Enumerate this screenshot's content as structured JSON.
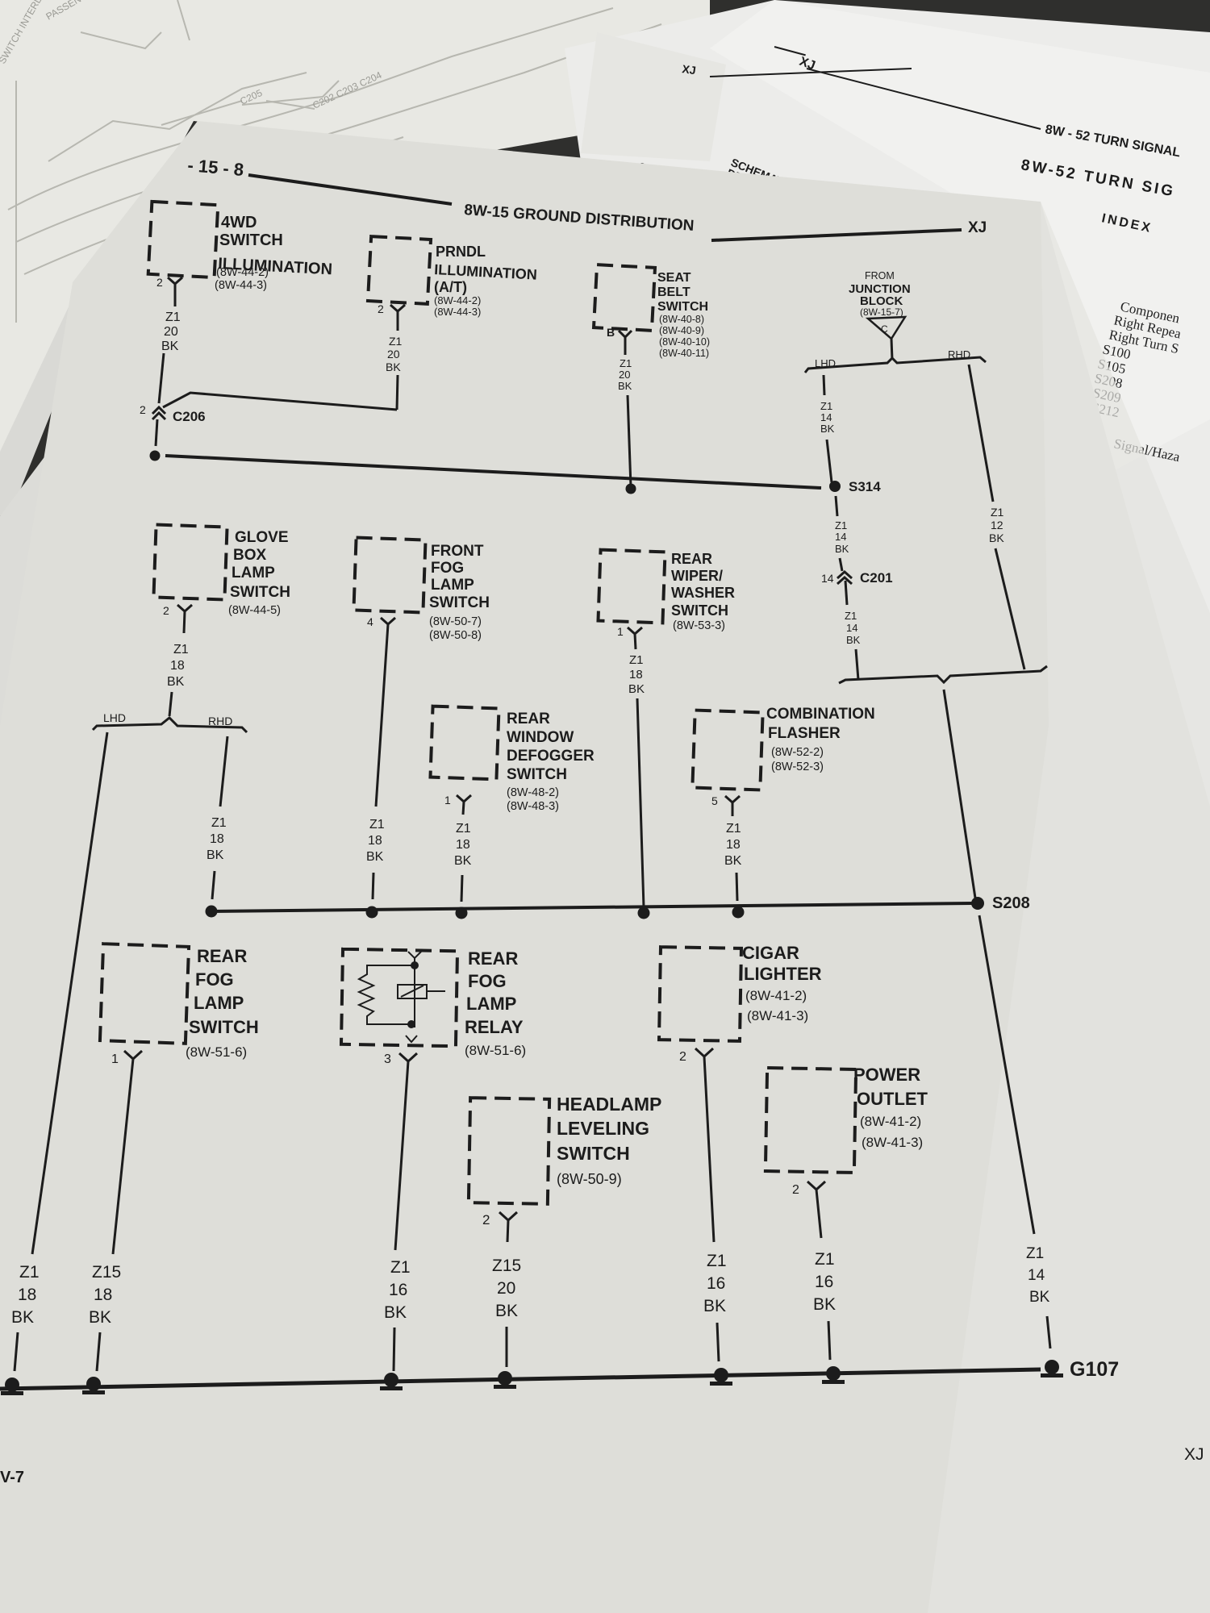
{
  "page": {
    "page_number": "- 15 - 8",
    "title": "8W-15 GROUND DISTRIBUTION",
    "model": "XJ",
    "footer_left": "V-7",
    "footer_right": "XJ"
  },
  "background_pages": {
    "turn_signal_header": "8W - 52 TURN SIGNAL",
    "turn_signal_index_title": "8W-52 TURN SIG",
    "index_label": "INDEX",
    "schematics_label_1": "SCHEMATICS AND",
    "schematics_label_2": "DESCRIPTION",
    "xj_tag_1": "XJ",
    "xj_tag_2": "XJ",
    "partial_sc": "SC",
    "partial_de": "DE",
    "index_rows": [
      "Componen",
      "Right Repea",
      "Right Turn S",
      "S100",
      "S105",
      "S208",
      "S209",
      "S212",
      "Signal/Haza"
    ],
    "ghost_labels": [
      "PASSENGER AIRBAG",
      "SWITCH INTERLOCK SWITCH",
      "C205",
      "C202 C203 C204"
    ]
  },
  "components": [
    {
      "id": "4wd",
      "name_lines": [
        "4WD",
        "SWITCH",
        "ILLUMINATION"
      ],
      "refs": [
        "(8W-44-2)",
        "(8W-44-3)"
      ],
      "pin": "2",
      "wire": [
        "Z1",
        "20",
        "BK"
      ]
    },
    {
      "id": "prndl",
      "name_lines": [
        "PRNDL",
        "ILLUMINATION",
        "(A/T)"
      ],
      "refs": [
        "(8W-44-2)",
        "(8W-44-3)"
      ],
      "pin": "2",
      "wire": [
        "Z1",
        "20",
        "BK"
      ]
    },
    {
      "id": "seat-belt",
      "name_lines": [
        "SEAT",
        "BELT",
        "SWITCH"
      ],
      "refs": [
        "(8W-40-8)",
        "(8W-40-9)",
        "(8W-40-10)",
        "(8W-40-11)"
      ],
      "pin": "B",
      "wire": [
        "Z1",
        "20",
        "BK"
      ]
    },
    {
      "id": "glove-box",
      "name_lines": [
        "GLOVE",
        "BOX",
        "LAMP",
        "SWITCH"
      ],
      "refs": [
        "(8W-44-5)"
      ],
      "pin": "2",
      "wire": [
        "Z1",
        "18",
        "BK"
      ]
    },
    {
      "id": "front-fog",
      "name_lines": [
        "FRONT",
        "FOG",
        "LAMP",
        "SWITCH"
      ],
      "refs": [
        "(8W-50-7)",
        "(8W-50-8)"
      ],
      "pin": "4",
      "wire": [
        "Z1",
        "18",
        "BK"
      ]
    },
    {
      "id": "rear-wiper",
      "name_lines": [
        "REAR",
        "WIPER/",
        "WASHER",
        "SWITCH"
      ],
      "refs": [
        "(8W-53-3)"
      ],
      "pin": "1",
      "wire": [
        "Z1",
        "18",
        "BK"
      ]
    },
    {
      "id": "rear-defogger",
      "name_lines": [
        "REAR",
        "WINDOW",
        "DEFOGGER",
        "SWITCH"
      ],
      "refs": [
        "(8W-48-2)",
        "(8W-48-3)"
      ],
      "pin": "1",
      "wire": [
        "Z1",
        "18",
        "BK"
      ]
    },
    {
      "id": "combo-flasher",
      "name_lines": [
        "COMBINATION",
        "FLASHER"
      ],
      "refs": [
        "(8W-52-2)",
        "(8W-52-3)"
      ],
      "pin": "5",
      "wire": [
        "Z1",
        "18",
        "BK"
      ]
    },
    {
      "id": "rear-fog-switch",
      "name_lines": [
        "REAR",
        "FOG",
        "LAMP",
        "SWITCH"
      ],
      "refs": [
        "(8W-51-6)"
      ],
      "pin": "1",
      "wire": [
        "Z15",
        "18",
        "BK"
      ]
    },
    {
      "id": "rear-fog-relay",
      "name_lines": [
        "REAR",
        "FOG",
        "LAMP",
        "RELAY"
      ],
      "refs": [
        "(8W-51-6)"
      ],
      "pin": "3",
      "wire": [
        "Z1",
        "16",
        "BK"
      ]
    },
    {
      "id": "headlamp-leveling",
      "name_lines": [
        "HEADLAMP",
        "LEVELING",
        "SWITCH"
      ],
      "refs": [
        "(8W-50-9)"
      ],
      "pin": "2",
      "wire": [
        "Z15",
        "20",
        "BK"
      ]
    },
    {
      "id": "cigar-lighter",
      "name_lines": [
        "CIGAR",
        "LIGHTER"
      ],
      "refs": [
        "(8W-41-2)",
        "(8W-41-3)"
      ],
      "pin": "2",
      "wire": [
        "Z1",
        "16",
        "BK"
      ]
    },
    {
      "id": "power-outlet",
      "name_lines": [
        "POWER",
        "OUTLET"
      ],
      "refs": [
        "(8W-41-2)",
        "(8W-41-3)"
      ],
      "pin": "2",
      "wire": [
        "Z1",
        "16",
        "BK"
      ]
    }
  ],
  "junction_block": {
    "lines": [
      "FROM",
      "JUNCTION",
      "BLOCK",
      "(8W-15-7)"
    ],
    "cavity": "C",
    "lhd": "LHD",
    "rhd": "RHD",
    "lhd_wire": [
      "Z1",
      "14",
      "BK"
    ],
    "rhd_wire": [
      "Z1",
      "12",
      "BK"
    ]
  },
  "connectors": {
    "c206": {
      "label": "C206",
      "pin": "2"
    },
    "c201": {
      "label": "C201",
      "pin": "14"
    }
  },
  "splices": {
    "s314": "S314",
    "s208": "S208"
  },
  "s314_wire": [
    "Z1",
    "14",
    "BK"
  ],
  "c201_wire": [
    "Z1",
    "14",
    "BK"
  ],
  "glove_split": {
    "lhd": "LHD",
    "rhd": "RHD",
    "rhd_wire": [
      "Z1",
      "18",
      "BK"
    ]
  },
  "lhd_glove_ground_wire": [
    "Z1",
    "18",
    "BK"
  ],
  "front_fog_bus_wire": [
    "Z1",
    "18",
    "BK"
  ],
  "s208_ground_wire": [
    "Z1",
    "14",
    "BK"
  ],
  "ground": {
    "label": "G107"
  }
}
